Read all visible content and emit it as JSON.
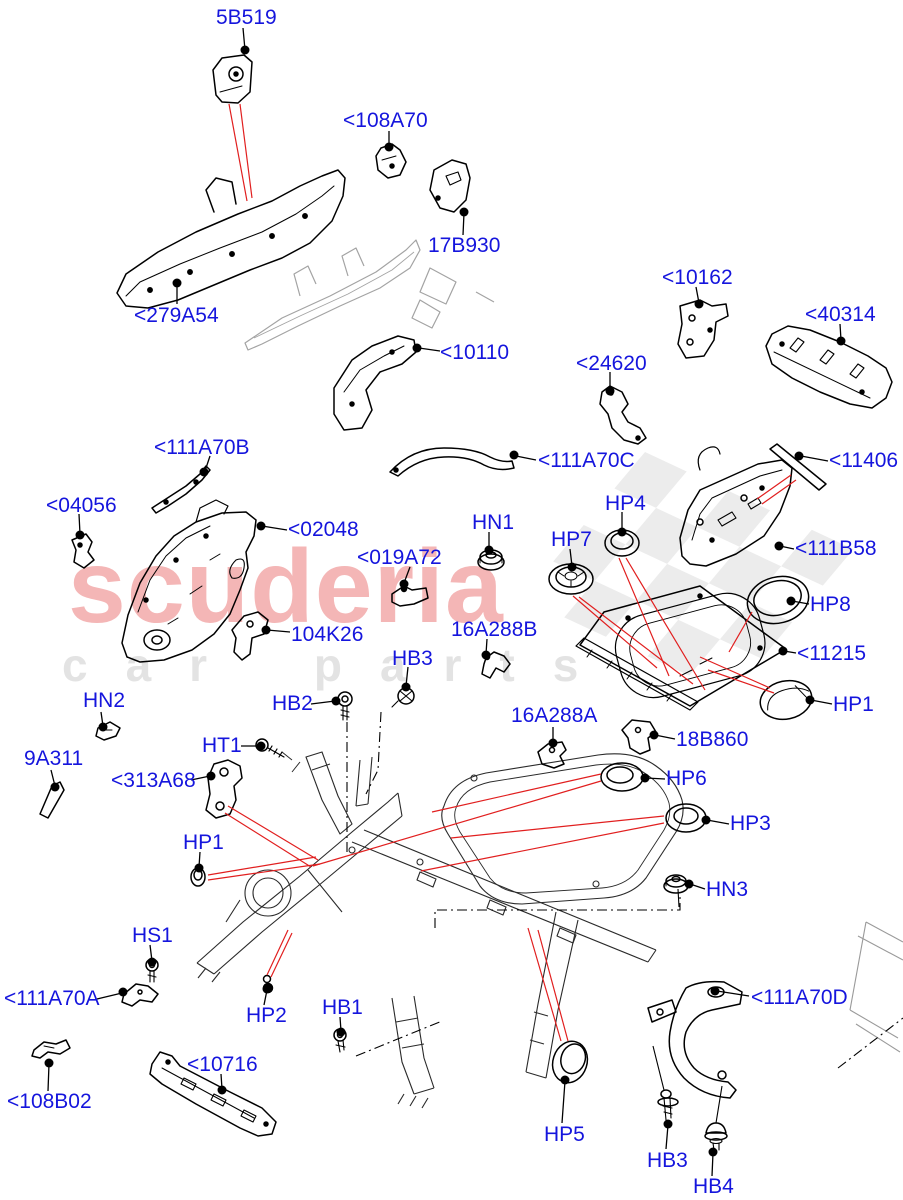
{
  "document": {
    "kind": "automotive-parts-diagram",
    "section": "floor-pan-and-body-structure"
  },
  "watermark": {
    "brand": "scuderia",
    "tagline": "car parts",
    "brand_color": "#f4b6b6",
    "tagline_color": "#e3e3e3",
    "checker_color": "#e0e0e0"
  },
  "colors": {
    "label_blue": "#1515dd",
    "leader_black": "#000000",
    "reference_red": "#e11f1f",
    "background_gray_art": "#a3a3a3"
  },
  "diagram": {
    "labels": [
      {
        "id": "5B519",
        "text": "5B519"
      },
      {
        "id": "108A70",
        "text": "<108A70"
      },
      {
        "id": "17B930",
        "text": "17B930"
      },
      {
        "id": "279A54",
        "text": "<279A54"
      },
      {
        "id": "10110",
        "text": "<10110"
      },
      {
        "id": "10162",
        "text": "<10162"
      },
      {
        "id": "40314",
        "text": "<40314"
      },
      {
        "id": "24620",
        "text": "<24620"
      },
      {
        "id": "11406",
        "text": "<11406"
      },
      {
        "id": "111A70B",
        "text": "<111A70B"
      },
      {
        "id": "04056",
        "text": "<04056"
      },
      {
        "id": "02048",
        "text": "<02048"
      },
      {
        "id": "019A72",
        "text": "<019A72"
      },
      {
        "id": "104K26",
        "text": "104K26"
      },
      {
        "id": "111A70C",
        "text": "<111A70C"
      },
      {
        "id": "HN1",
        "text": "HN1"
      },
      {
        "id": "HP4",
        "text": "HP4"
      },
      {
        "id": "HP7",
        "text": "HP7"
      },
      {
        "id": "111B58",
        "text": "<111B58"
      },
      {
        "id": "HP8",
        "text": "HP8"
      },
      {
        "id": "11215",
        "text": "<11215"
      },
      {
        "id": "16A288B",
        "text": "16A288B"
      },
      {
        "id": "HB3-upper",
        "text": "HB3"
      },
      {
        "id": "16A288A",
        "text": "16A288A"
      },
      {
        "id": "18B860",
        "text": "18B860"
      },
      {
        "id": "HP1-right",
        "text": "HP1"
      },
      {
        "id": "HP6",
        "text": "HP6"
      },
      {
        "id": "HP3",
        "text": "HP3"
      },
      {
        "id": "HN3",
        "text": "HN3"
      },
      {
        "id": "HN2",
        "text": "HN2"
      },
      {
        "id": "9A311",
        "text": "9A311"
      },
      {
        "id": "HT1",
        "text": "HT1"
      },
      {
        "id": "313A68",
        "text": "<313A68"
      },
      {
        "id": "HB2",
        "text": "HB2"
      },
      {
        "id": "HP1-left",
        "text": "HP1"
      },
      {
        "id": "HS1",
        "text": "HS1"
      },
      {
        "id": "111A70A",
        "text": "<111A70A"
      },
      {
        "id": "HP2",
        "text": "HP2"
      },
      {
        "id": "HB1",
        "text": "HB1"
      },
      {
        "id": "108B02",
        "text": "<108B02"
      },
      {
        "id": "10716",
        "text": "<10716"
      },
      {
        "id": "111A70D",
        "text": "<111A70D"
      },
      {
        "id": "HP5",
        "text": "HP5"
      },
      {
        "id": "HB3-lower",
        "text": "HB3"
      },
      {
        "id": "HB4",
        "text": "HB4"
      }
    ]
  }
}
